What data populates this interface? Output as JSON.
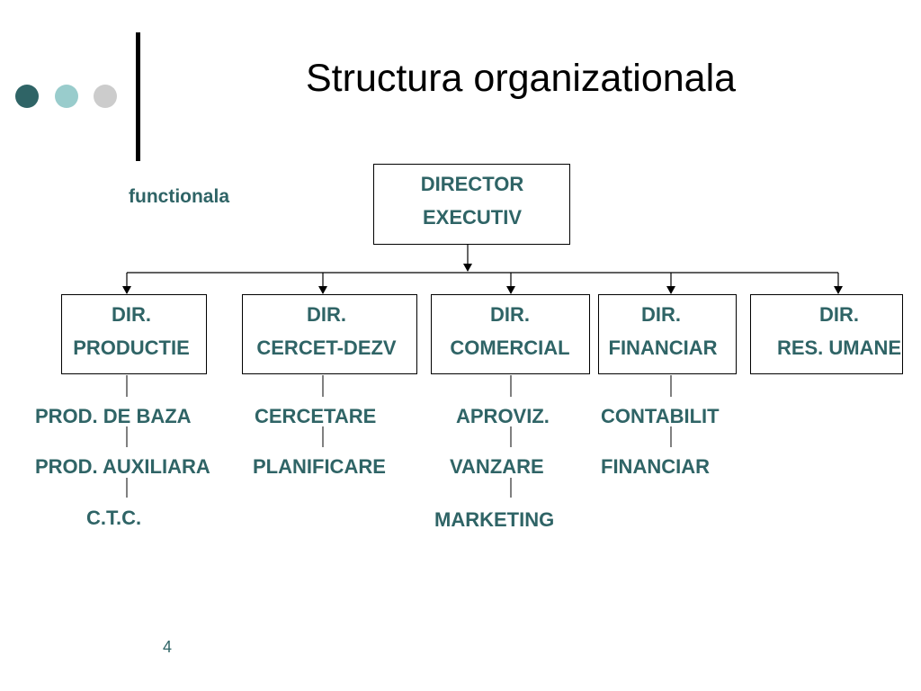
{
  "slide": {
    "title": "Structura organizationala",
    "subtitle": "functionala",
    "page_number": "4"
  },
  "colors": {
    "text_accent": "#2f6466",
    "dot_dark": "#2f6466",
    "dot_mid": "#99cccc",
    "dot_light": "#cccccc"
  },
  "org": {
    "root": {
      "line1": "DIRECTOR",
      "line2": "EXECUTIV"
    },
    "departments": [
      {
        "line1": "DIR.",
        "line2": "PRODUCTIE",
        "subunits": [
          "PROD. DE BAZA",
          "PROD. AUXILIARA",
          "C.T.C."
        ]
      },
      {
        "line1": "DIR.",
        "line2": "CERCET-DEZV",
        "subunits": [
          "CERCETARE",
          "PLANIFICARE"
        ]
      },
      {
        "line1": "DIR.",
        "line2": "COMERCIAL",
        "subunits": [
          "APROVIZ.",
          "VANZARE",
          "MARKETING"
        ]
      },
      {
        "line1": "DIR.",
        "line2": "FINANCIAR",
        "subunits": [
          "CONTABILIT",
          "FINANCIAR"
        ]
      },
      {
        "line1": "DIR.",
        "line2": "RES. UMANE",
        "subunits": []
      }
    ]
  }
}
